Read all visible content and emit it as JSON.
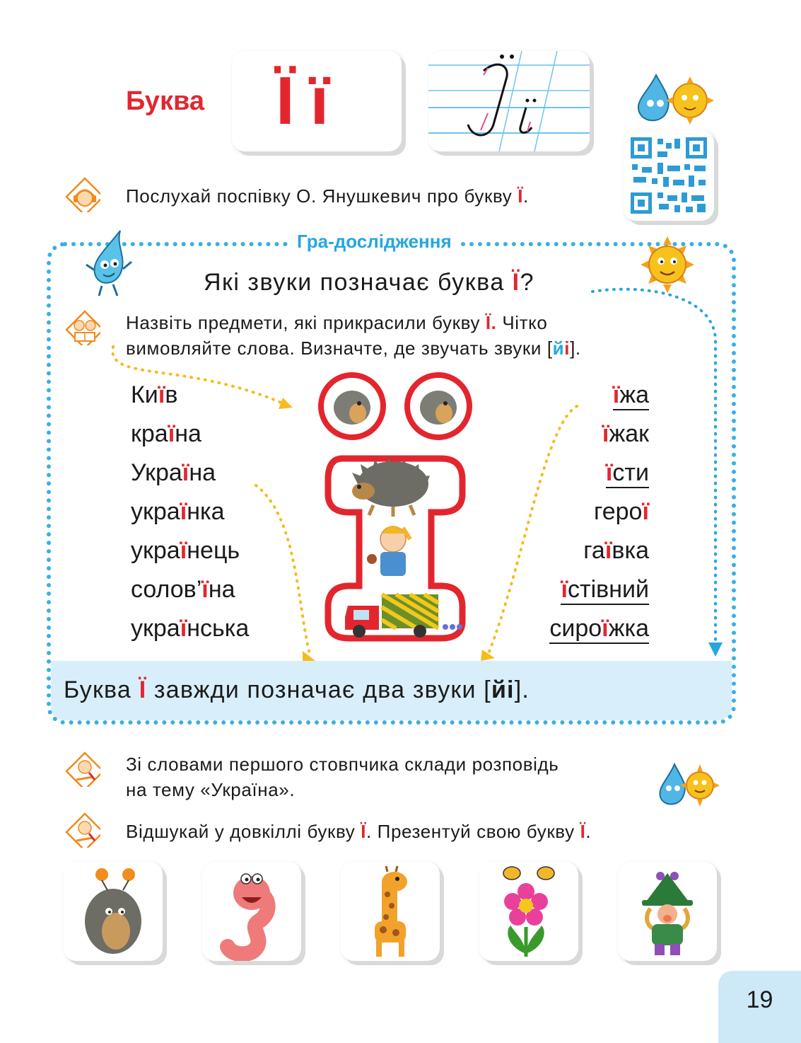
{
  "header": {
    "label": "Буква",
    "printed_letters": "Її",
    "handwritten_letters": "Її"
  },
  "task_listen": {
    "text_before": "Послухай поспівку О. Янушкевич про букву ",
    "letter": "Ї",
    "text_after": "."
  },
  "game": {
    "title": "Гра-дослідження",
    "question_before": "Які звуки позначає буква ",
    "question_letter": "Ї",
    "question_after": "?",
    "instruction": {
      "l1_before": "Назвіть предмети, які прикрасили букву ",
      "l1_letter": "Ї.",
      "l1_after": " Чітко",
      "l2_before": "вимовляйте слова. Визначте, де звучать звуки [",
      "l2_sound1": "й",
      "l2_sound2": "і",
      "l2_after": "]."
    },
    "left_words": [
      {
        "pre": "Ки",
        "hl": "ї",
        "post": "в"
      },
      {
        "pre": "кра",
        "hl": "ї",
        "post": "на"
      },
      {
        "pre": "Укра",
        "hl": "ї",
        "post": "на"
      },
      {
        "pre": "укра",
        "hl": "ї",
        "post": "нка"
      },
      {
        "pre": "укра",
        "hl": "ї",
        "post": "нець"
      },
      {
        "pre": "солов’",
        "hl": "ї",
        "post": "на"
      },
      {
        "pre": "укра",
        "hl": "ї",
        "post": "нська"
      }
    ],
    "right_words": [
      {
        "pre": "",
        "hl": "ї",
        "post": "жа",
        "underlined": true
      },
      {
        "pre": "",
        "hl": "ї",
        "post": "жак",
        "underlined": false
      },
      {
        "pre": "",
        "hl": "ї",
        "post": "сти",
        "underlined": true
      },
      {
        "pre": "геро",
        "hl": "ї",
        "post": "",
        "underlined": false
      },
      {
        "pre": "га",
        "hl": "ї",
        "post": "вка",
        "underlined": false
      },
      {
        "pre": "",
        "hl": "ї",
        "post": "стівний",
        "underlined": true
      },
      {
        "pre": "сиро",
        "hl": "ї",
        "post": "жка",
        "underlined": true
      }
    ],
    "rule": {
      "before": "Буква ",
      "letter": "Ї",
      "middle": " завжди позначає два звуки [",
      "bold": "йі",
      "after": "]."
    }
  },
  "task_story": {
    "l1": "Зі словами першого стовпчика склади розповідь",
    "l2": "на тему «Україна»."
  },
  "task_find": {
    "before": "Відшукай у довкіллі букву ",
    "letter1": "Ї",
    "middle": ". Презентуй свою букву ",
    "letter2": "Ї",
    "after": "."
  },
  "bottom_cards": [
    "hedgehog",
    "worm",
    "giraffe",
    "flower-with-bees",
    "gnome"
  ],
  "page_number": "19",
  "colors": {
    "accent_red": "#e3262e",
    "accent_blue": "#27a6de",
    "frame_blue": "#39b0e3",
    "band": "#d8eefa",
    "orange": "#f08a1e"
  }
}
